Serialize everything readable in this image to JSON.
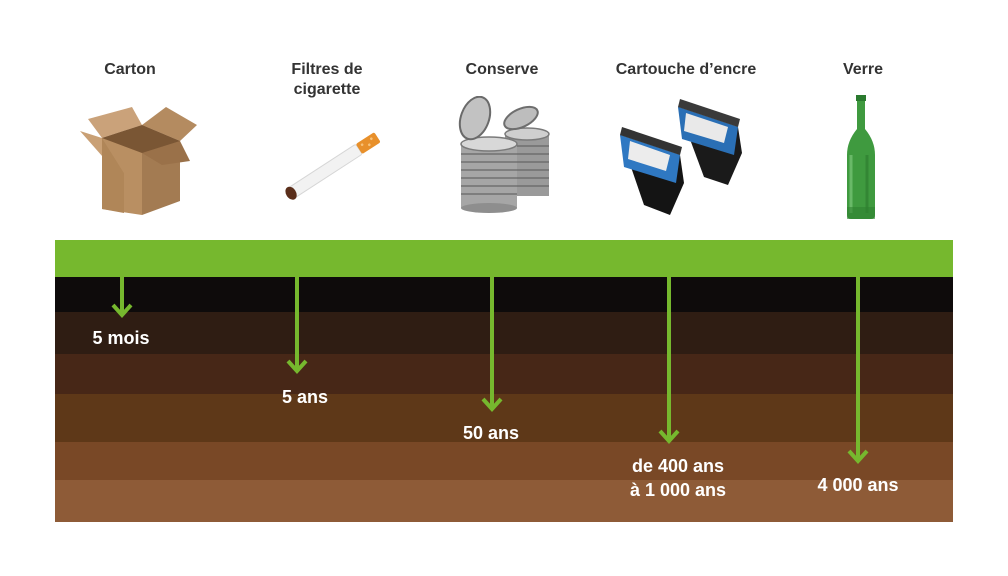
{
  "items": [
    {
      "name": "Carton",
      "icon": "cardboard-box-icon",
      "duration": "5 mois"
    },
    {
      "name": "Filtres de\ncigarette",
      "icon": "cigarette-icon",
      "duration": "5 ans"
    },
    {
      "name": "Conserve",
      "icon": "tin-cans-icon",
      "duration": "50 ans"
    },
    {
      "name": "Cartouche d’encre",
      "icon": "ink-cartridges-icon",
      "duration": "de 400 ans\nà 1 000 ans"
    },
    {
      "name": "Verre",
      "icon": "glass-bottle-icon",
      "duration": "4 000 ans"
    }
  ],
  "colors": {
    "grass": "#76b82e",
    "arrow": "#76b82e",
    "soil_layers": [
      "#0e0b0b",
      "#2f1d13",
      "#472717",
      "#5e3818",
      "#794826",
      "#8e5b37"
    ]
  }
}
